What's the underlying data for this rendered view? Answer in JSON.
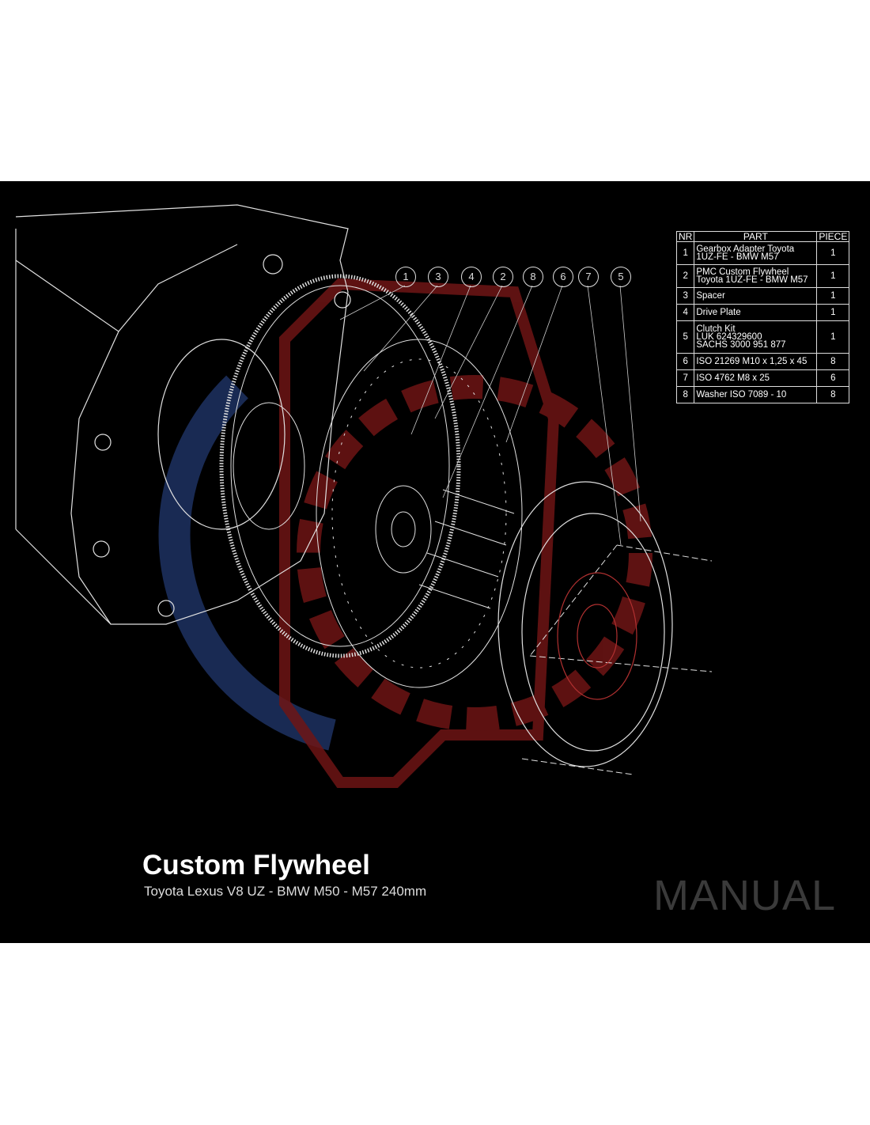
{
  "colors": {
    "background": "#000000",
    "accent_red": "#8b1a1a",
    "accent_blue": "#1c2f5c",
    "line": "#e0e0e0"
  },
  "balloons": [
    "1",
    "3",
    "4",
    "2",
    "8",
    "6",
    "7",
    "5"
  ],
  "bom": {
    "headers": {
      "nr": "NR",
      "part": "PART",
      "piece": "PIECE"
    },
    "rows": [
      {
        "nr": "1",
        "part": [
          "Gearbox Adapter Toyota",
          "1UZ-FE - BMW M57"
        ],
        "piece": "1"
      },
      {
        "nr": "2",
        "part": [
          "PMC Custom Flywheel",
          "Toyota 1UZ-FE - BMW M57"
        ],
        "piece": "1"
      },
      {
        "nr": "3",
        "part": [
          "Spacer"
        ],
        "piece": "1"
      },
      {
        "nr": "4",
        "part": [
          "Drive Plate"
        ],
        "piece": "1"
      },
      {
        "nr": "5",
        "part": [
          "Clutch Kit",
          "LUK 624329600",
          "SACHS 3000 951 877"
        ],
        "piece": "1"
      },
      {
        "nr": "6",
        "part": [
          "ISO 21269 M10 x 1,25 x 45"
        ],
        "piece": "8"
      },
      {
        "nr": "7",
        "part": [
          "ISO 4762 M8 x 25"
        ],
        "piece": "6"
      },
      {
        "nr": "8",
        "part": [
          "Washer ISO 7089 - 10"
        ],
        "piece": "8"
      }
    ]
  },
  "title": "Custom Flywheel",
  "subtitle": "Toyota Lexus V8 UZ - BMW M50 - M57 240mm",
  "manual_label": "MANUAL"
}
